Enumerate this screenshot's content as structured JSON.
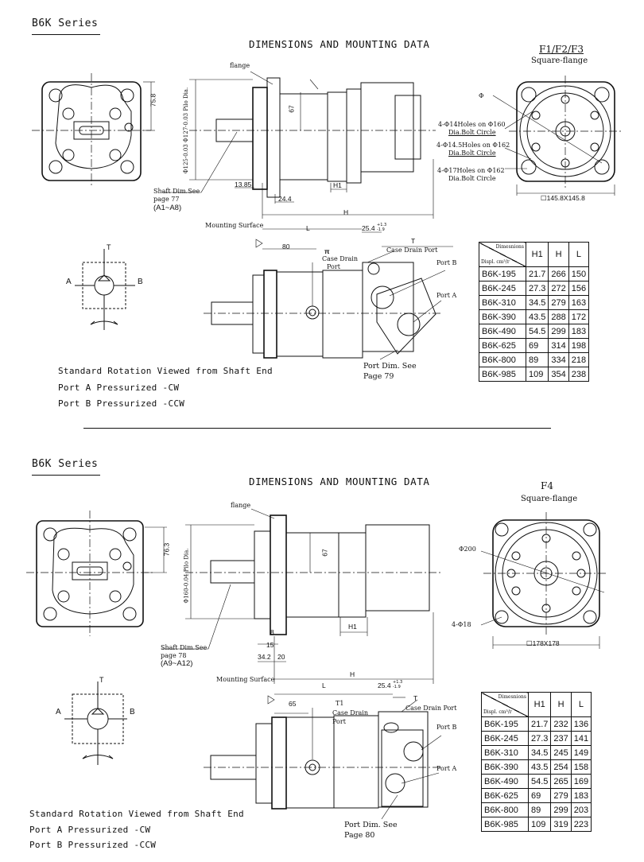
{
  "sections": [
    {
      "series": "B6K Series",
      "title": "DIMENSIONS AND MOUNTING DATA",
      "flange_codes": "F1/F2/F3",
      "flange_type": "Square-flange",
      "labels": {
        "flange": "flange",
        "shaft_dim": "Shaft Dim.See",
        "shaft_page": "page 77",
        "shaft_range": "(A1~A8)",
        "pilot_dia": "Φ125-0.03 Φ127-0.03 Pilo Dia.",
        "mounting_surface": "Mounting Surface",
        "case_drain": "Case Drain",
        "case_drain_port": "Case Drain Port",
        "port_label": "Port",
        "port_a": "Port A",
        "port_b": "Port B",
        "port_dim": "Port Dim. See",
        "port_page": "Page 79",
        "phi": "Φ",
        "hole1": "4-Φ14Holes on Φ160",
        "hole1b": "Dia.Bolt Circle",
        "hole2": "4-Φ14.5Holes on Φ162",
        "hole2b": "Dia.Bolt Circle",
        "hole3": "4-Φ17Holes on Φ162",
        "hole3b": "Dia.Bolt Circle",
        "square": "145.8X145.8",
        "hydraulic_a": "A",
        "hydraulic_b": "B",
        "hydraulic_t": "T"
      },
      "dims": {
        "d758": "75.8",
        "d67": "67",
        "d1385": "13.85",
        "d244": "24.4",
        "h1": "H1",
        "h": "H",
        "l": "L",
        "d254": "25.4",
        "d254tol": "+1.3 -1.9",
        "d80": "80",
        "t": "T",
        "pi": "π"
      },
      "notes": [
        "Standard Rotation Viewed from Shaft End",
        "Port A Pressurized -CW",
        "Port B Pressurized -CCW"
      ],
      "table": {
        "header_top": "Dimesnions",
        "header_bottom": "Displ. cm³/r",
        "columns": [
          "H1",
          "H",
          "L"
        ],
        "rows": [
          [
            "B6K-195",
            "21.7",
            "266",
            "150"
          ],
          [
            "B6K-245",
            "27.3",
            "272",
            "156"
          ],
          [
            "B6K-310",
            "34.5",
            "279",
            "163"
          ],
          [
            "B6K-390",
            "43.5",
            "288",
            "172"
          ],
          [
            "B6K-490",
            "54.5",
            "299",
            "183"
          ],
          [
            "B6K-625",
            "69",
            "314",
            "198"
          ],
          [
            "B6K-800",
            "89",
            "334",
            "218"
          ],
          [
            "B6K-985",
            "109",
            "354",
            "238"
          ]
        ]
      }
    },
    {
      "series": "B6K Series",
      "title": "DIMENSIONS AND MOUNTING DATA",
      "flange_codes": "F4",
      "flange_type": "Square-flange",
      "labels": {
        "flange": "flange",
        "shaft_dim": "Shaft Dim.See",
        "shaft_page": "page 78",
        "shaft_range": "(A9~A12)",
        "pilot_dia": "Φ160-0.04 Pilo Dia.",
        "mounting_surface": "Mounting Surface",
        "case_drain": "Case Drain",
        "case_drain_port": "Case Drain Port",
        "t1": "T1",
        "port_label": "Port",
        "port_a": "Port A",
        "port_b": "Port B",
        "port_dim": "Port Dim. See",
        "port_page": "Page 80",
        "phi200": "Φ200",
        "hole": "4-Φ18",
        "square": "178X178",
        "hydraulic_a": "A",
        "hydraulic_b": "B",
        "hydraulic_t": "T"
      },
      "dims": {
        "d763": "76.3",
        "d67": "67",
        "d8": "8",
        "d15": "15",
        "d342": "34.2",
        "d20": "20",
        "h1": "H1",
        "h": "H",
        "l": "L",
        "d254": "25.4",
        "d254tol": "+1.3 -1.9",
        "d65": "65",
        "t": "T"
      },
      "notes": [
        "Standard Rotation Viewed from Shaft End",
        "Port A Pressurized -CW",
        "Port B Pressurized -CCW"
      ],
      "table": {
        "header_top": "Dimesnions",
        "header_bottom": "Displ. cm³/r",
        "columns": [
          "H1",
          "H",
          "L"
        ],
        "rows": [
          [
            "B6K-195",
            "21.7",
            "232",
            "136"
          ],
          [
            "B6K-245",
            "27.3",
            "237",
            "141"
          ],
          [
            "B6K-310",
            "34.5",
            "245",
            "149"
          ],
          [
            "B6K-390",
            "43.5",
            "254",
            "158"
          ],
          [
            "B6K-490",
            "54.5",
            "265",
            "169"
          ],
          [
            "B6K-625",
            "69",
            "279",
            "183"
          ],
          [
            "B6K-800",
            "89",
            "299",
            "203"
          ],
          [
            "B6K-985",
            "109",
            "319",
            "223"
          ]
        ]
      }
    }
  ]
}
